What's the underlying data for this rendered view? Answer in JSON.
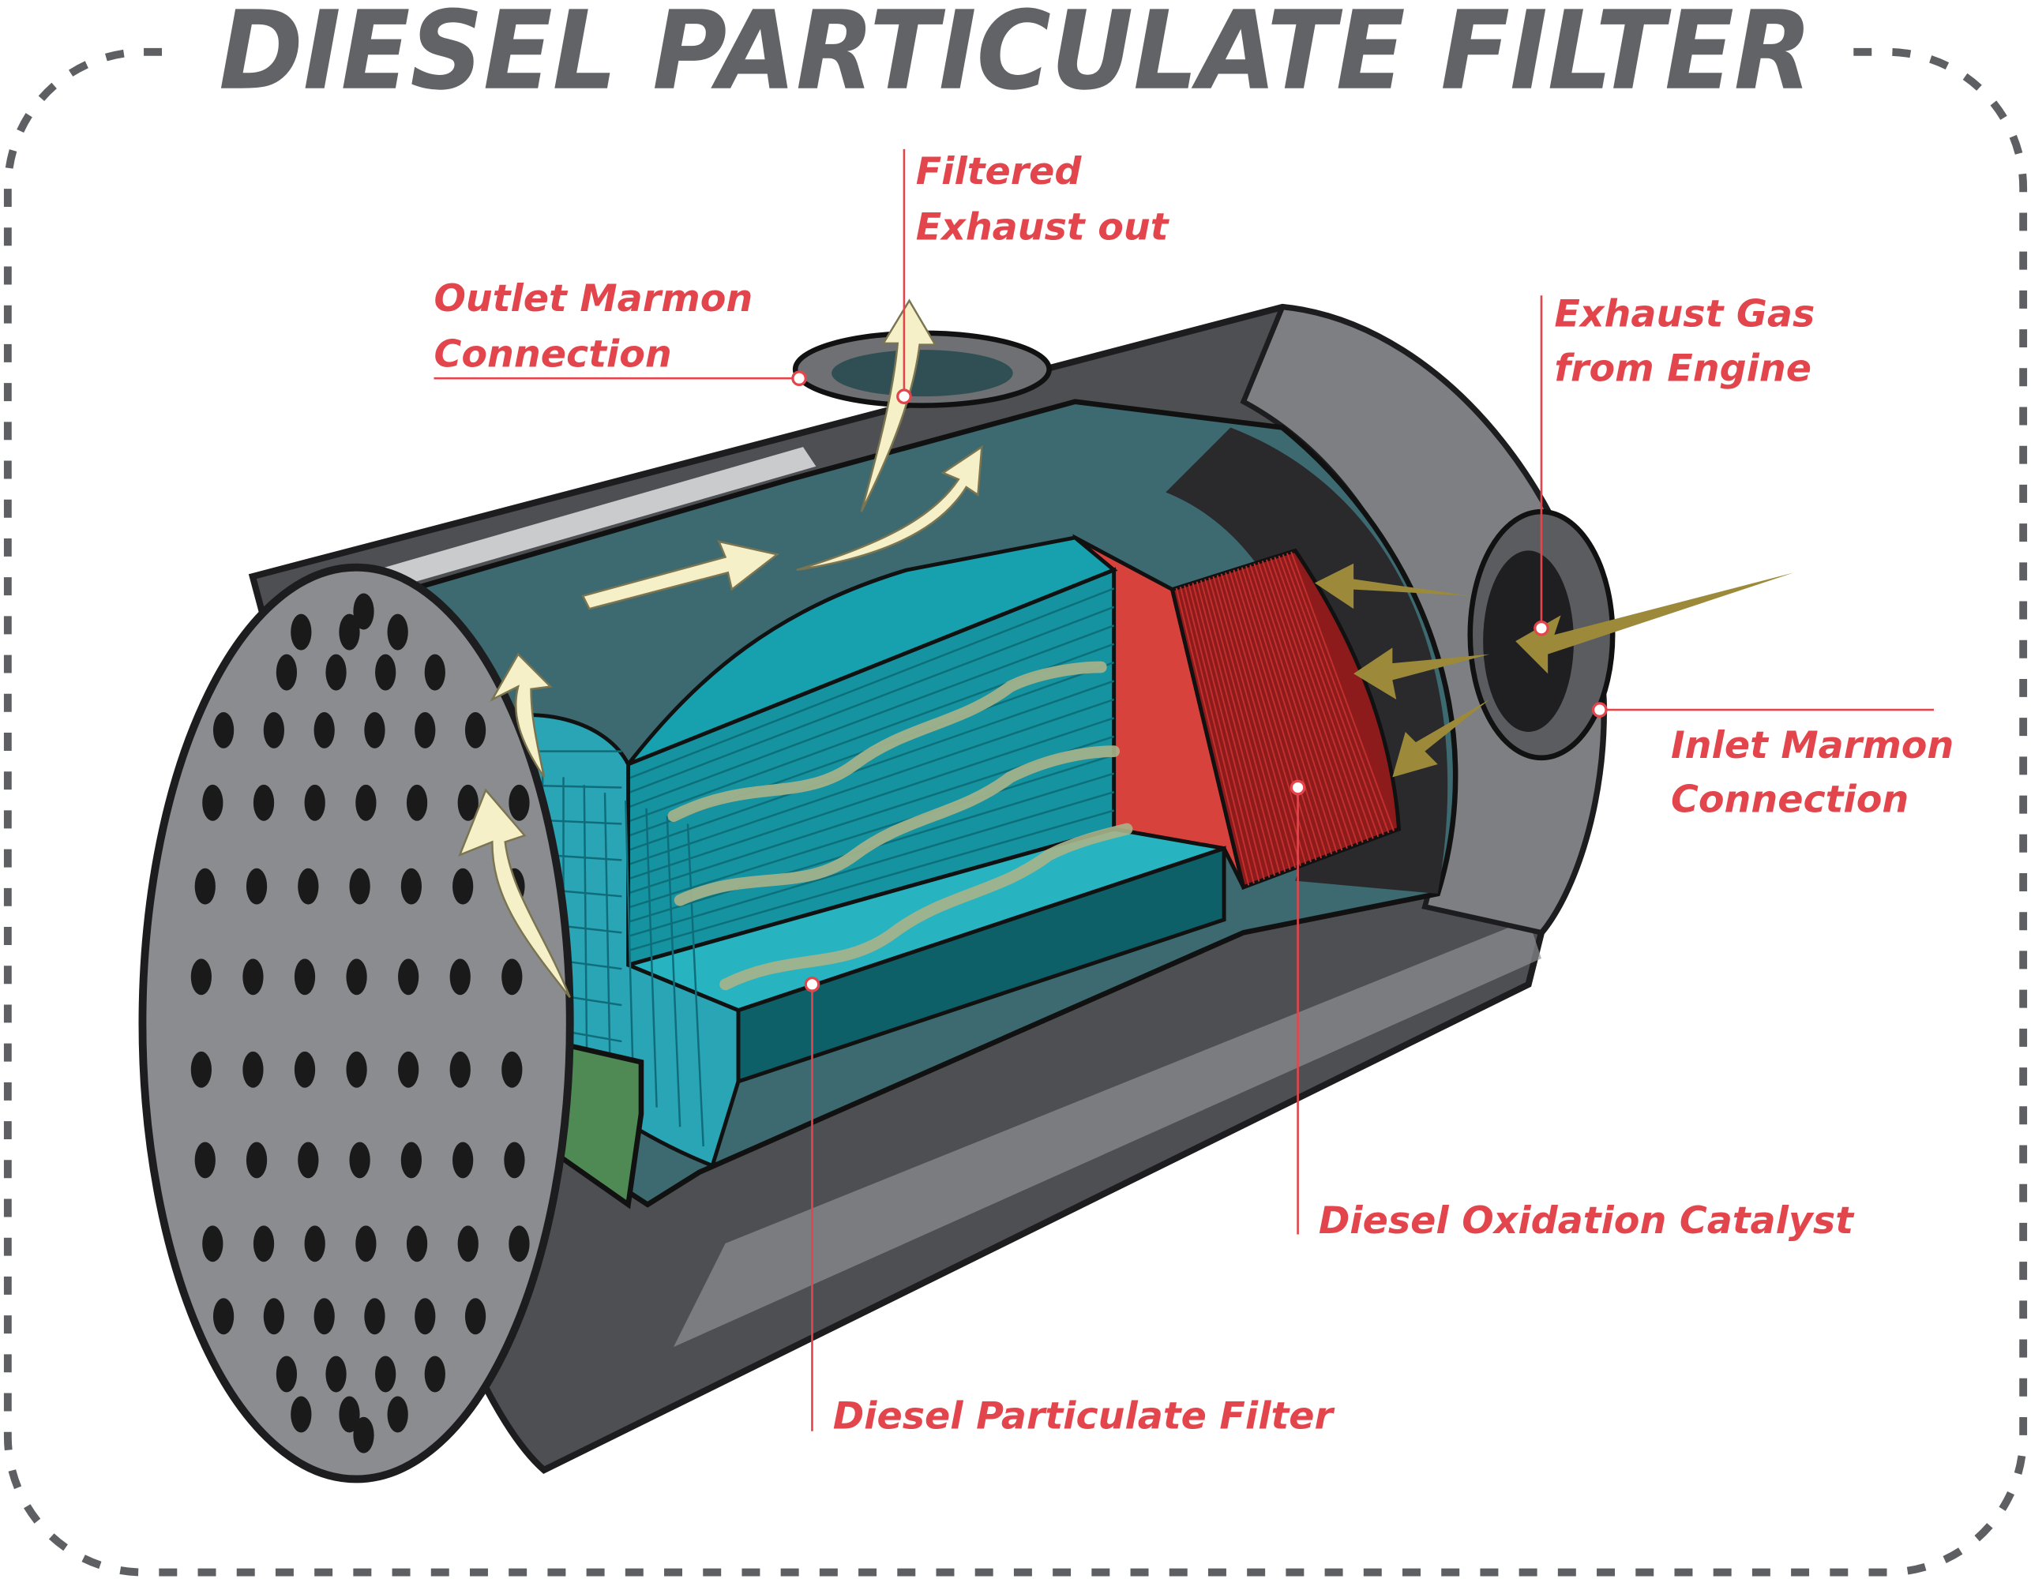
{
  "title": "DIESEL PARTICULATE FILTER",
  "labels": {
    "filtered_exhaust": [
      "Filtered",
      "Exhaust out"
    ],
    "outlet_marmon": [
      "Outlet Marmon",
      "Connection"
    ],
    "exhaust_gas": [
      "Exhaust Gas",
      "from Engine"
    ],
    "inlet_marmon": [
      "Inlet Marmon",
      "Connection"
    ],
    "doc": "Diesel Oxidation Catalyst",
    "dpf": "Diesel Particulate Filter"
  },
  "colors": {
    "title": "#626366",
    "label": "#e2464c",
    "dpf_teal": "#17a0ad",
    "doc_red": "#c2302e",
    "clean_arrow": "#f6f0c9",
    "dirty_arrow": "#9c8a3a",
    "shell": "#55575a"
  }
}
